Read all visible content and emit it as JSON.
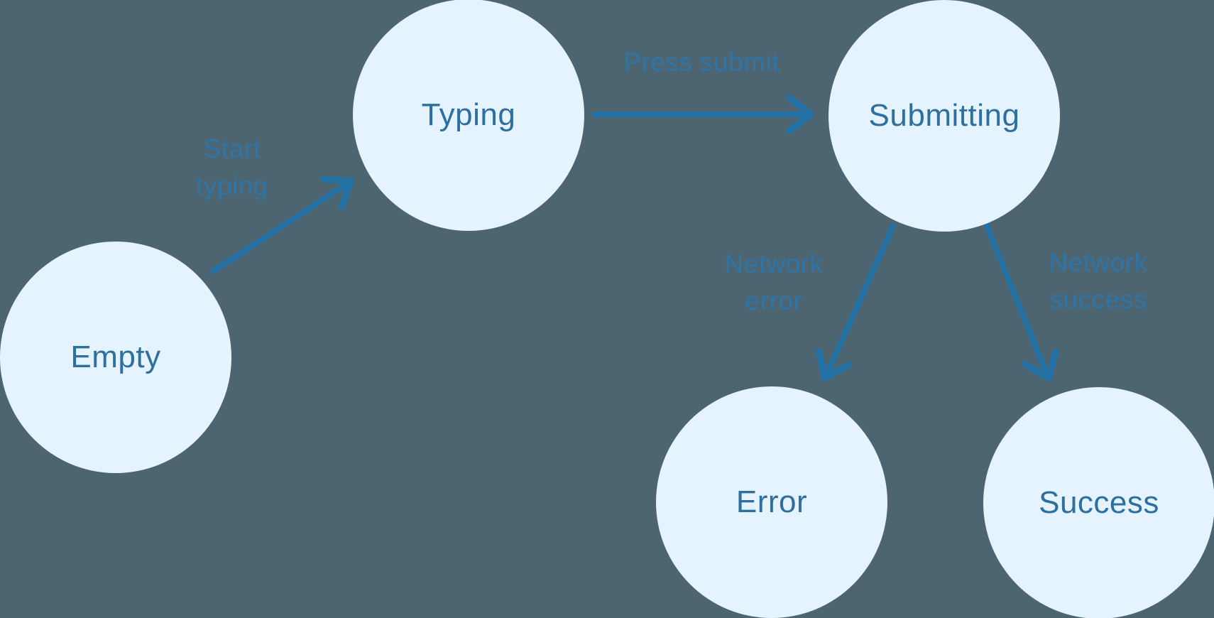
{
  "diagram": {
    "type": "state-machine",
    "colors": {
      "background": "#4c6570",
      "node_fill": "#e4f3fd",
      "node_text": "#2d6f9f",
      "edge_arrow": "#2471a6",
      "edge_label_text": "#2f74a7"
    },
    "nodes": [
      {
        "id": "empty",
        "label": "Empty"
      },
      {
        "id": "typing",
        "label": "Typing"
      },
      {
        "id": "submitting",
        "label": "Submitting"
      },
      {
        "id": "error",
        "label": "Error"
      },
      {
        "id": "success",
        "label": "Success"
      }
    ],
    "edges": [
      {
        "from": "Empty",
        "to": "Typing",
        "label": "Start typing",
        "lines": [
          "Start",
          "typing"
        ]
      },
      {
        "from": "Typing",
        "to": "Submitting",
        "label": "Press submit",
        "lines": [
          "Press submit"
        ]
      },
      {
        "from": "Submitting",
        "to": "Error",
        "label": "Network error",
        "lines": [
          "Network",
          "error"
        ]
      },
      {
        "from": "Submitting",
        "to": "Success",
        "label": "Network success",
        "lines": [
          "Network",
          "success"
        ]
      }
    ]
  }
}
